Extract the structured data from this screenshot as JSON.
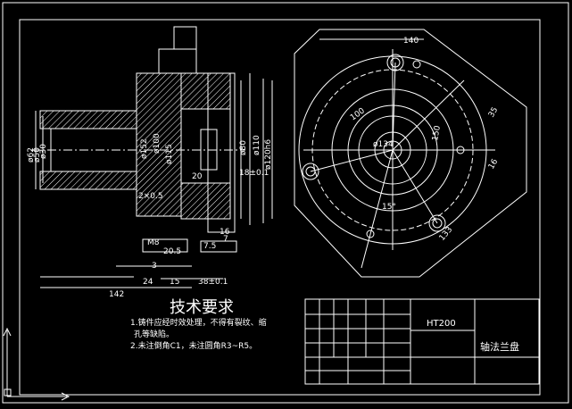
{
  "title_block": {
    "material": "HT200",
    "part_name": "轴法兰盘"
  },
  "technical_requirements": {
    "heading": "技术要求",
    "line1": "1.铸件应经时效处理，不得有裂纹、缩",
    "line2": "孔等缺陷。",
    "line3": "2.未注倒角C1，未注圆角R3~R5。"
  },
  "section_view": {
    "dim_142": "142",
    "dim_24": "24",
    "dim_15": "15",
    "dim_3": "3",
    "dim_38": "38±0.1",
    "dim_20": "20",
    "dim_18": "18±0.1",
    "dim_16": "16",
    "dim_7": "7",
    "dim_7_5": "7.5",
    "dim_20_5": "20.5",
    "dim_2x0_5": "2×0.5",
    "dim_d152": "ø152",
    "dim_d100": "ø100",
    "dim_d115": "ø115",
    "dim_d80": "ø80",
    "dim_d120h6": "ø120h6",
    "dim_d110": "ø110",
    "dim_d62": "ø62",
    "dim_d50": "ø50",
    "dim_d30": "ø30",
    "dim_m8": "M8"
  },
  "top_view": {
    "dim_140": "140",
    "dim_100": "100",
    "dim_150": "150",
    "dim_134": "ø134",
    "dim_15deg": "15°",
    "dim_35": "35",
    "dim_16": "16",
    "dim_133": "133"
  },
  "colors": {
    "background": "#000000",
    "line": "#ffffff",
    "hatch": "#ffffff",
    "frame": "#ffffff"
  }
}
